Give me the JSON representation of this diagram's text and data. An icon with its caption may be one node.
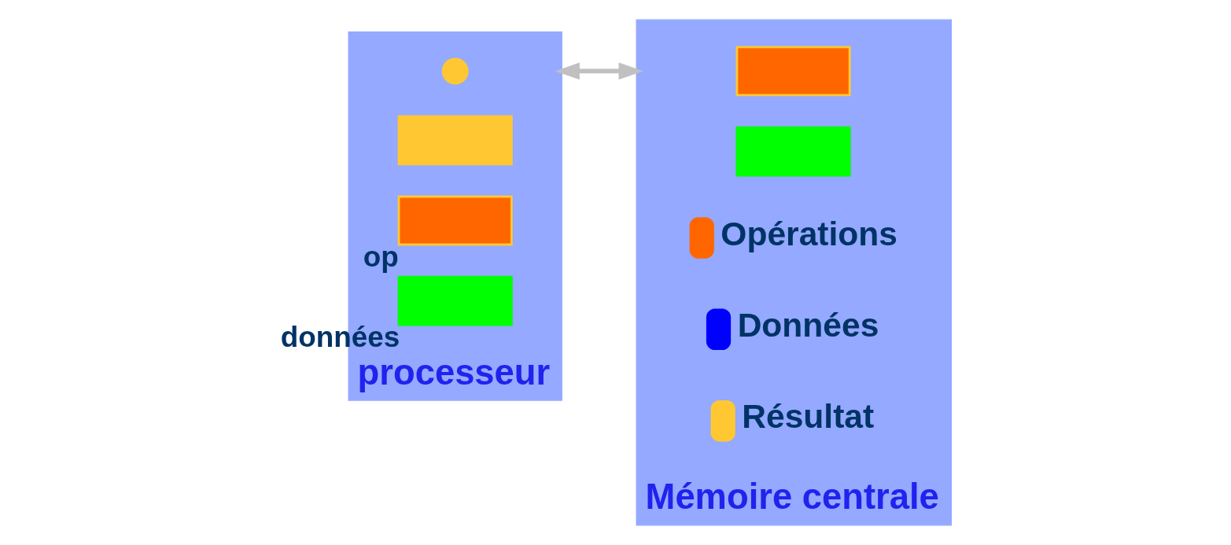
{
  "diagram": {
    "nodes": [
      {
        "text": [
          "processeur"
        ]
      },
      {
        "text": [],
        "shape": "circle",
        "in": 0
      },
      {
        "text": [],
        "shape": "box",
        "in": 0
      },
      {
        "text": [],
        "shape": "box",
        "in": 0,
        "beside": [
          "op"
        ]
      },
      {
        "text": [],
        "shape": "box",
        "in": 0,
        "beside": [
          "données"
        ]
      },
      {
        "text": [
          "Mémoire centrale"
        ]
      },
      {
        "text": [],
        "shape": "box",
        "in": 5
      },
      {
        "text": [],
        "shape": "box",
        "in": 5
      }
    ],
    "edges": [
      {
        "from": 0,
        "to": 5,
        "arrow": "both",
        "color": "#c0c0c0"
      }
    ],
    "legend": [
      {
        "text": "Opérations",
        "color": "#ff6600"
      },
      {
        "text": "Données",
        "color": "#0000ff"
      },
      {
        "text": "Résultat",
        "color": "#ffc832"
      }
    ]
  }
}
